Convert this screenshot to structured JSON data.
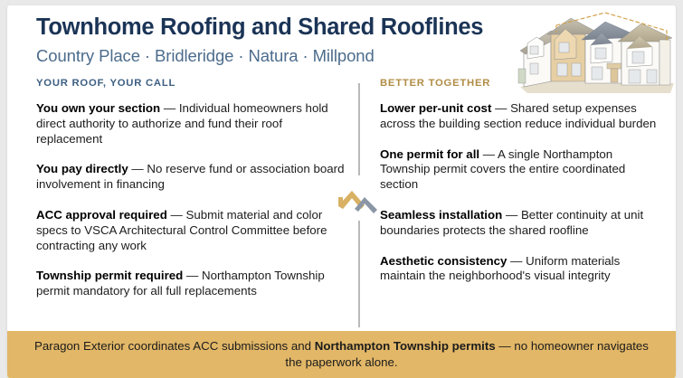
{
  "header": {
    "title": "Townhome Roofing and Shared Rooflines",
    "subtitle": "Country Place · Bridleridge · Natura · Millpond",
    "title_color": "#1b3456",
    "subtitle_color": "#4c6c8c",
    "illustration_name": "townhome-row-watercolor-illustration"
  },
  "columns": {
    "left": {
      "eyebrow": "YOUR ROOF, YOUR CALL",
      "eyebrow_color": "#3d5f82",
      "points": [
        {
          "lead": "You own your section",
          "dash": " — ",
          "body": "Individual homeowners hold direct authority to authorize and fund their roof replacement"
        },
        {
          "lead": "You pay directly",
          "dash": " — ",
          "body": "No reserve fund or association board involvement in financing"
        },
        {
          "lead": "ACC approval required",
          "dash": " — ",
          "body": "Submit material and color specs to VSCA Architectural Control Committee before contracting any work"
        },
        {
          "lead": "Township permit required",
          "dash": " — ",
          "body": "Northampton Township permit mandatory for all full replacements"
        }
      ]
    },
    "right": {
      "eyebrow": "BETTER TOGETHER",
      "eyebrow_color": "#b08d45",
      "points": [
        {
          "lead": "Lower per-unit cost",
          "dash": " — ",
          "body": "Shared setup expenses across the building section reduce individual burden"
        },
        {
          "lead": "One permit for all",
          "dash": " — ",
          "body": "A single Northampton Township permit covers the entire coordinated section"
        },
        {
          "lead": "Seamless installation",
          "dash": " — ",
          "body": "Better continuity at unit boundaries protects the shared roofline"
        },
        {
          "lead": "Aesthetic consistency",
          "dash": " — ",
          "body": "Uniform materials maintain the neighborhood's visual integrity"
        }
      ]
    }
  },
  "divider": {
    "icon_name": "twin-roof-peaks-icon",
    "line_color": "#b9b9b9",
    "icon_gold": "#d9b164",
    "icon_slate": "#8a96a5"
  },
  "footer": {
    "text_before": "Paragon Exterior coordinates ACC submissions and ",
    "text_bold": "Northampton Township permits",
    "text_after": " — no homeowner navigates the paperwork alone.",
    "background_color": "#e2b767"
  }
}
